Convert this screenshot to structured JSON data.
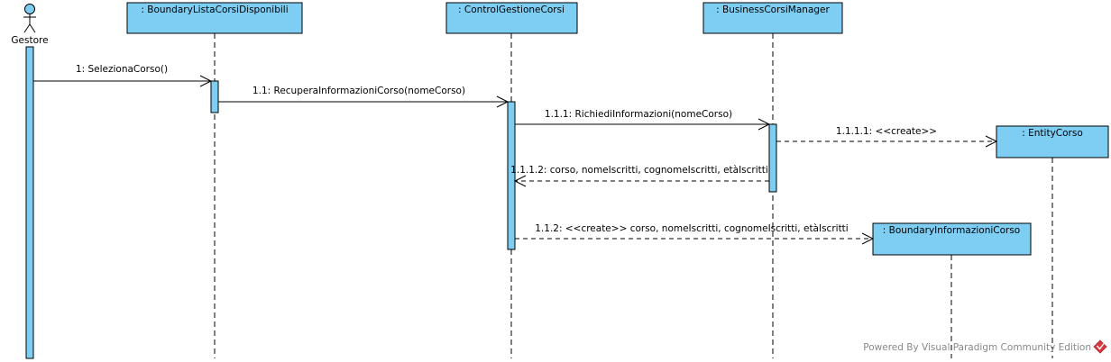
{
  "actor": {
    "name": "Gestore"
  },
  "lifelines": {
    "boundary_lista": ": BoundaryListaCorsiDisponibili",
    "control": ": ControlGestioneCorsi",
    "business": ": BusinessCorsiManager",
    "entity": ": EntityCorso",
    "boundary_info": ": BoundaryInformazioniCorso"
  },
  "messages": {
    "m1": "1: SelezionaCorso()",
    "m1_1": "1.1: RecuperaInformazioniCorso(nomeCorso)",
    "m1_1_1": "1.1.1: RichiediInformazioni(nomeCorso)",
    "m1_1_1_1": "1.1.1.1: <<create>>",
    "m1_1_1_2": "1.1.1.2: corso, nomeIscritti, cognomeIscritti, etàIscritti",
    "m1_1_2": "1.1.2: <<create>>  corso, nomeIscritti, cognomeIscritti, etàIscritti"
  },
  "watermark": "Powered By Visual Paradigm Community Edition",
  "colors": {
    "fill": "#7ecef4",
    "stroke": "#000000",
    "watermark": "#888888",
    "logo": "#d9363e"
  }
}
